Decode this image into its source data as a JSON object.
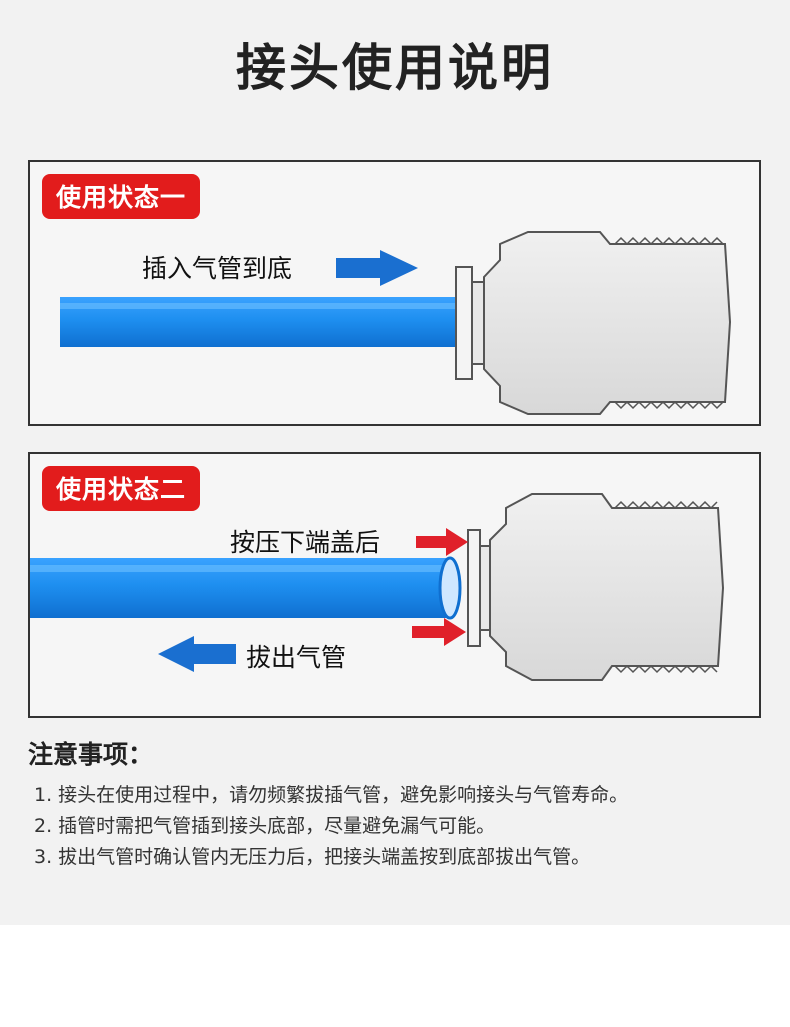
{
  "title": "接头使用说明",
  "panel1": {
    "badge": "使用状态一",
    "instruction": "插入气管到底"
  },
  "panel2": {
    "badge": "使用状态二",
    "instruction_press": "按压下端盖后",
    "instruction_pull": "拔出气管"
  },
  "notes": {
    "heading": "注意事项：",
    "items": [
      "1. 接头在使用过程中，请勿频繁拔插气管，避免影响接头与气管寿命。",
      "2. 插管时需把气管插到接头底部，尽量避免漏气可能。",
      "3. 拔出气管时确认管内无压力后，把接头端盖按到底部拔出气管。"
    ]
  },
  "colors": {
    "badge_red": "#e21c1c",
    "tube_blue": "#1e8ff0",
    "arrow_blue": "#1a6fd0",
    "arrow_red": "#e0202a"
  }
}
